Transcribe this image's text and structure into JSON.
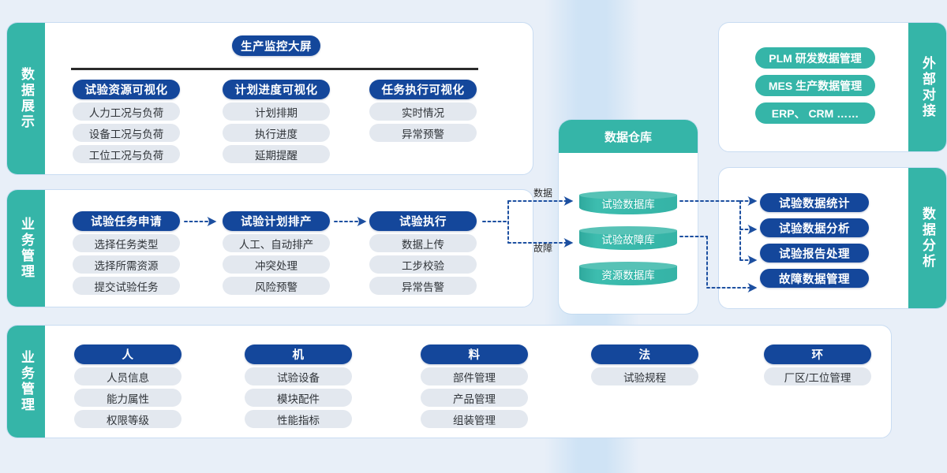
{
  "colors": {
    "background": "#e8eff8",
    "teal": "#35b5a8",
    "navy": "#14479b",
    "pill_gray": "#e3e8ef",
    "panel_border": "#c9dcf2",
    "divider": "#2b2b2b",
    "wire": "#1c4fa0"
  },
  "row_display": {
    "band_label": "数据展示",
    "screen_title": "生产监控大屏",
    "groups": [
      {
        "head": "试验资源可视化",
        "items": [
          "人力工况与负荷",
          "设备工况与负荷",
          "工位工况与负荷"
        ]
      },
      {
        "head": "计划进度可视化",
        "items": [
          "计划排期",
          "执行进度",
          "延期提醒"
        ]
      },
      {
        "head": "任务执行可视化",
        "items": [
          "实时情况",
          "异常预警"
        ]
      }
    ]
  },
  "external": {
    "band_label": "外部对接",
    "items": [
      "PLM 研发数据管理",
      "MES 生产数据管理",
      "ERP、 CRM ……"
    ]
  },
  "row_business": {
    "band_label": "业务管理",
    "groups": [
      {
        "head": "试验任务申请",
        "items": [
          "选择任务类型",
          "选择所需资源",
          "提交试验任务"
        ]
      },
      {
        "head": "试验计划排产",
        "items": [
          "人工、自动排产",
          "冲突处理",
          "风险预警"
        ]
      },
      {
        "head": "试验执行",
        "items": [
          "数据上传",
          "工步校验",
          "异常告警"
        ]
      }
    ]
  },
  "warehouse": {
    "title": "数据仓库",
    "databases": [
      "试验数据库",
      "试验故障库",
      "资源数据库"
    ]
  },
  "flow_labels": {
    "data": "数据",
    "fault": "故障"
  },
  "analysis": {
    "band_label": "数据分析",
    "items": [
      "试验数据统计",
      "试验数据分析",
      "试验报告处理",
      "故障数据管理"
    ]
  },
  "row_foundation": {
    "band_label": "业务管理",
    "groups": [
      {
        "head": "人",
        "items": [
          "人员信息",
          "能力属性",
          "权限等级"
        ]
      },
      {
        "head": "机",
        "items": [
          "试验设备",
          "模块配件",
          "性能指标"
        ]
      },
      {
        "head": "料",
        "items": [
          "部件管理",
          "产品管理",
          "组装管理"
        ]
      },
      {
        "head": "法",
        "items": [
          "试验规程"
        ]
      },
      {
        "head": "环",
        "items": [
          "厂区/工位管理"
        ]
      }
    ]
  }
}
